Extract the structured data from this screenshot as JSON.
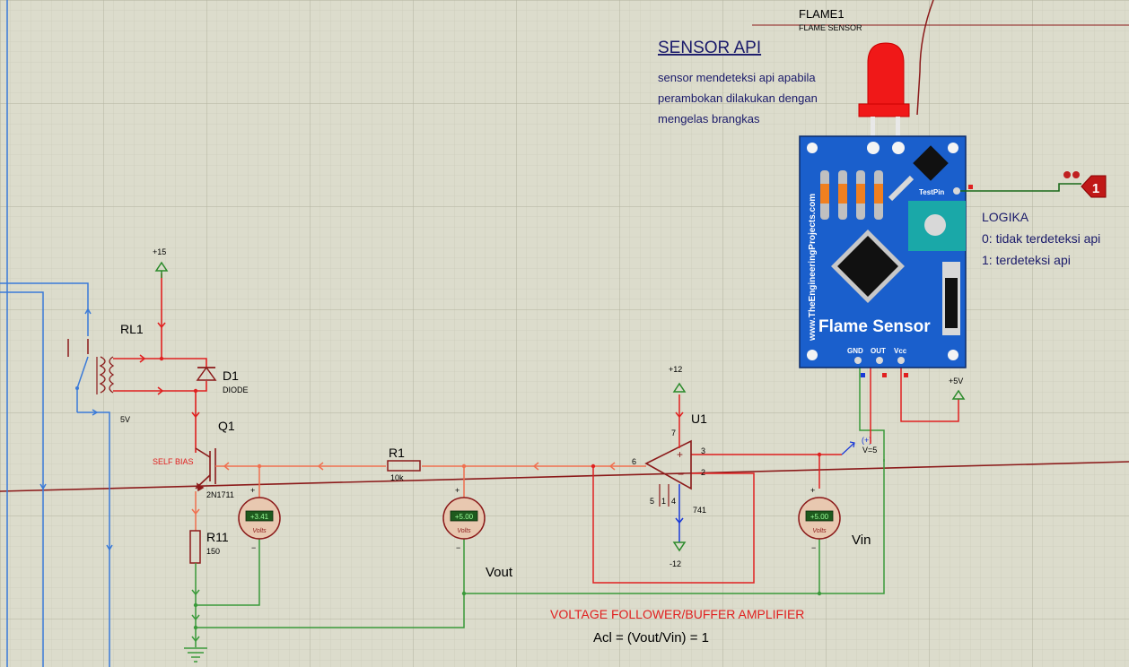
{
  "sensor_title": "SENSOR API",
  "sensor_desc": [
    "sensor mendeteksi api apabila",
    "perambokan dilakukan dengan",
    "mengelas brangkas"
  ],
  "flame": {
    "ref": "FLAME1",
    "name": "FLAME SENSOR"
  },
  "module": {
    "brand": "www.TheEngineeringProjects.com",
    "title": "Flame Sensor",
    "testpin": "TestPin",
    "pins": [
      "GND",
      "OUT",
      "Vcc"
    ]
  },
  "logic": {
    "title": "LOGIKA",
    "lines": [
      "0: tidak terdeteksi api",
      "1: terdeteksi api"
    ]
  },
  "logic_terminal": "1",
  "relay": {
    "ref": "RL1",
    "value": "5V"
  },
  "diode": {
    "ref": "D1",
    "value": "DIODE"
  },
  "transistor": {
    "ref": "Q1",
    "value": "2N1711"
  },
  "self_bias": "SELF BIAS",
  "r1": {
    "ref": "R1",
    "value": "10k"
  },
  "r11": {
    "ref": "R11",
    "value": "150"
  },
  "opamp": {
    "ref": "U1",
    "value": "741",
    "pins": [
      "7",
      "6",
      "3",
      "2",
      "5",
      "1",
      "4"
    ]
  },
  "supplies": {
    "p15": "+15",
    "p12": "+12",
    "m12": "-12",
    "p5": "+5V"
  },
  "probe": "V=5",
  "voltmeters": [
    {
      "reading": "+3.41",
      "unit": "Volts"
    },
    {
      "reading": "+5.00",
      "unit": "Volts"
    },
    {
      "reading": "+5.00",
      "unit": "Volts"
    }
  ],
  "vout_label": "Vout",
  "vin_label": "Vin",
  "follower_title": "VOLTAGE FOLLOWER/BUFFER AMPLIFIER",
  "gain_formula": "Acl = (Vout/Vin) = 1",
  "colors": {
    "background": "#dcdccc",
    "wire_dark": "#8b1a1a",
    "wire_red": "#e02020",
    "wire_orange": "#f07050",
    "wire_green": "#3a9a3a",
    "wire_blue": "#3a7ad8",
    "module_blue": "#1a5fcc",
    "teal": "#1aa8a8"
  }
}
